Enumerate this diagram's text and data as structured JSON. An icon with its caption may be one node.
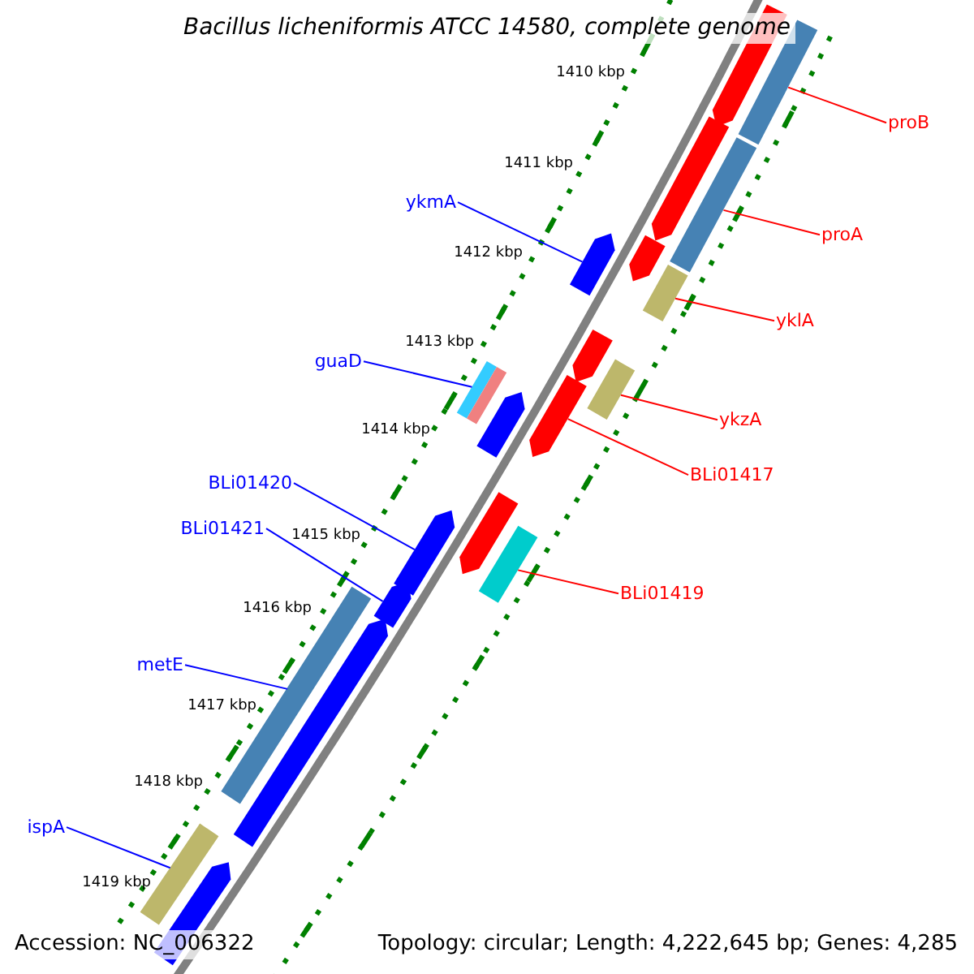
{
  "diagram": {
    "title": "Bacillus licheniformis ATCC 14580, complete genome",
    "nodes": [
      {
        "text": [
          "proB"
        ]
      },
      {
        "text": [
          "proA"
        ]
      },
      {
        "text": [
          "ykmA"
        ]
      },
      {
        "text": [
          "yklA"
        ]
      },
      {
        "text": [
          "guaD"
        ]
      },
      {
        "text": [
          "ykzA"
        ]
      },
      {
        "text": [
          "BLi01417"
        ]
      },
      {
        "text": [
          "BLi01420"
        ]
      },
      {
        "text": [
          "BLi01421"
        ]
      },
      {
        "text": [
          "BLi01419"
        ]
      },
      {
        "text": [
          "metE"
        ]
      },
      {
        "text": [
          "ispA"
        ]
      },
      {
        "text": [],
        "shape": "bar"
      },
      {
        "text": [],
        "shape": "bar"
      },
      {
        "text": [],
        "shape": "bar"
      },
      {
        "text": [],
        "shape": "bar"
      },
      {
        "text": [],
        "shape": "bar"
      },
      {
        "text": [],
        "shape": "bar"
      },
      {
        "text": [],
        "shape": "bar"
      },
      {
        "text": [],
        "shape": "bar"
      },
      {
        "text": [],
        "shape": "bar"
      },
      {
        "text": [],
        "shape": "bar"
      },
      {
        "text": [],
        "shape": "bar"
      },
      {
        "text": [],
        "shape": "bar"
      },
      {
        "text": [],
        "shape": "bar"
      },
      {
        "text": [],
        "shape": "bar"
      },
      {
        "text": [],
        "shape": "bar"
      },
      {
        "text": [],
        "shape": "bar"
      },
      {
        "text": [],
        "shape": "bar"
      },
      {
        "text": [],
        "shape": "bar"
      },
      {
        "text": [],
        "shape": "bar"
      },
      {
        "text": [],
        "shape": "bar"
      }
    ],
    "edges": [
      {
        "from": 0,
        "to": 13,
        "arrow": "none",
        "color": "#ff0000"
      },
      {
        "from": 1,
        "to": 15,
        "arrow": "none",
        "color": "#ff0000"
      },
      {
        "from": 2,
        "to": 18,
        "arrow": "none",
        "color": "#0000ff"
      },
      {
        "from": 3,
        "to": 17,
        "arrow": "none",
        "color": "#ff0000"
      },
      {
        "from": 4,
        "to": 22,
        "arrow": "none",
        "color": "#0000ff"
      },
      {
        "from": 5,
        "to": 20,
        "arrow": "none",
        "color": "#ff0000"
      },
      {
        "from": 6,
        "to": 21,
        "arrow": "none",
        "color": "#ff0000"
      },
      {
        "from": 7,
        "to": 26,
        "arrow": "none",
        "color": "#0000ff"
      },
      {
        "from": 8,
        "to": 27,
        "arrow": "none",
        "color": "#0000ff"
      },
      {
        "from": 9,
        "to": 25,
        "arrow": "none",
        "color": "#ff0000"
      },
      {
        "from": 10,
        "to": 28,
        "arrow": "none",
        "color": "#0000ff"
      },
      {
        "from": 11,
        "to": 30,
        "arrow": "none",
        "color": "#0000ff"
      }
    ],
    "labels": [
      "1410 kbp",
      "1411 kbp",
      "1412 kbp",
      "1413 kbp",
      "1414 kbp",
      "1415 kbp",
      "1416 kbp",
      "1417 kbp",
      "1418 kbp",
      "1419 kbp",
      "Accession: NC_006322",
      "Topology: circular; Length: 4,222,645 bp; Genes: 4,285"
    ]
  }
}
